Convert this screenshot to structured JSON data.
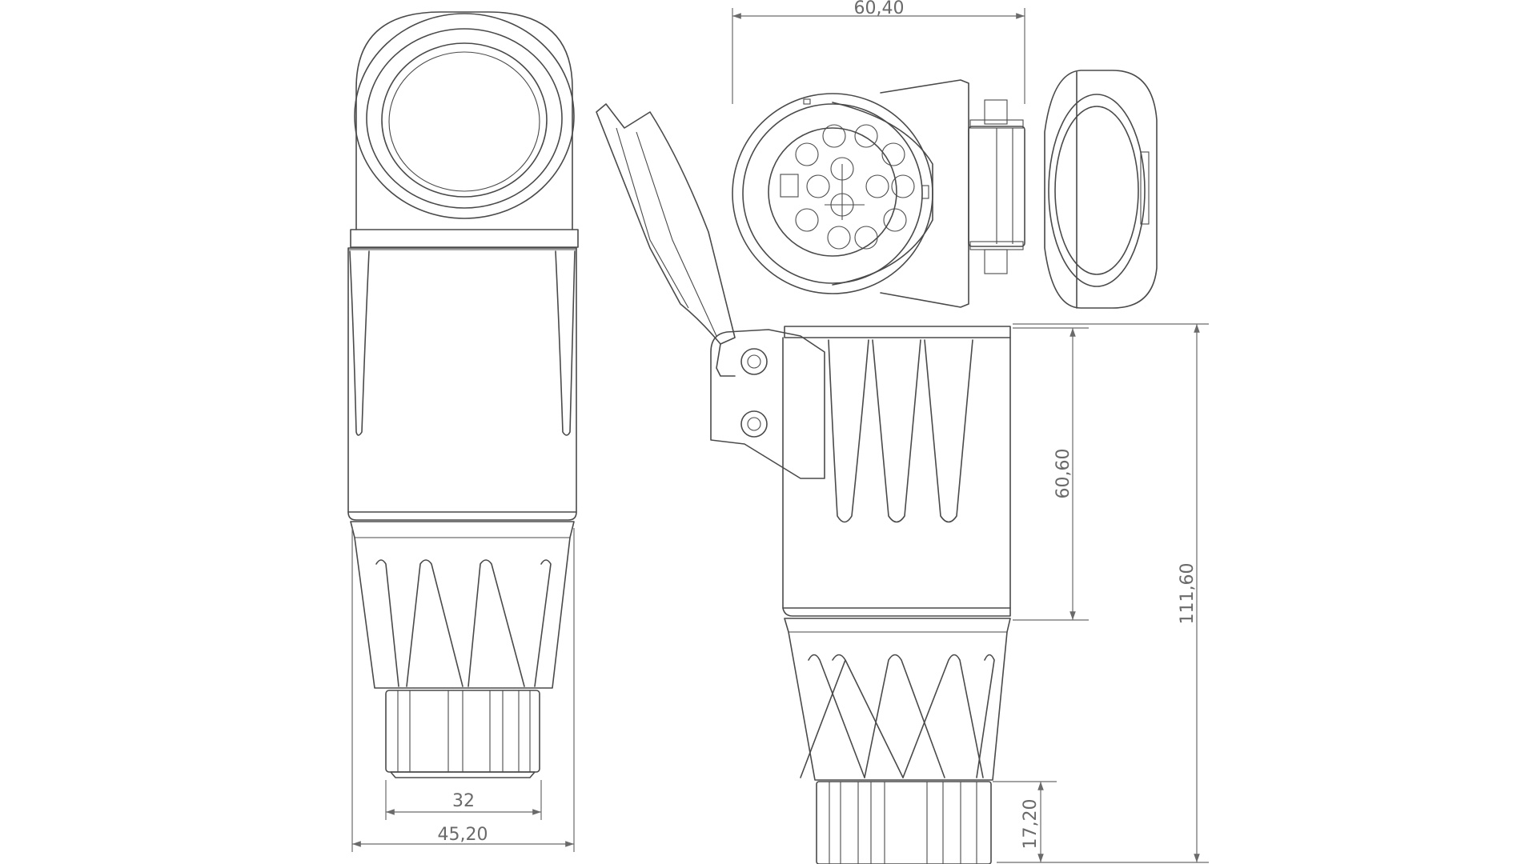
{
  "dimensions": {
    "top_width": "60,40",
    "body_height": "60,60",
    "total_height": "111,60",
    "grip_height": "17,20",
    "grip_width": "32",
    "body_width": "45,20"
  },
  "colors": {
    "line": "#4a4a4a",
    "dimension": "#6a6a6a",
    "background": "#ffffff"
  }
}
